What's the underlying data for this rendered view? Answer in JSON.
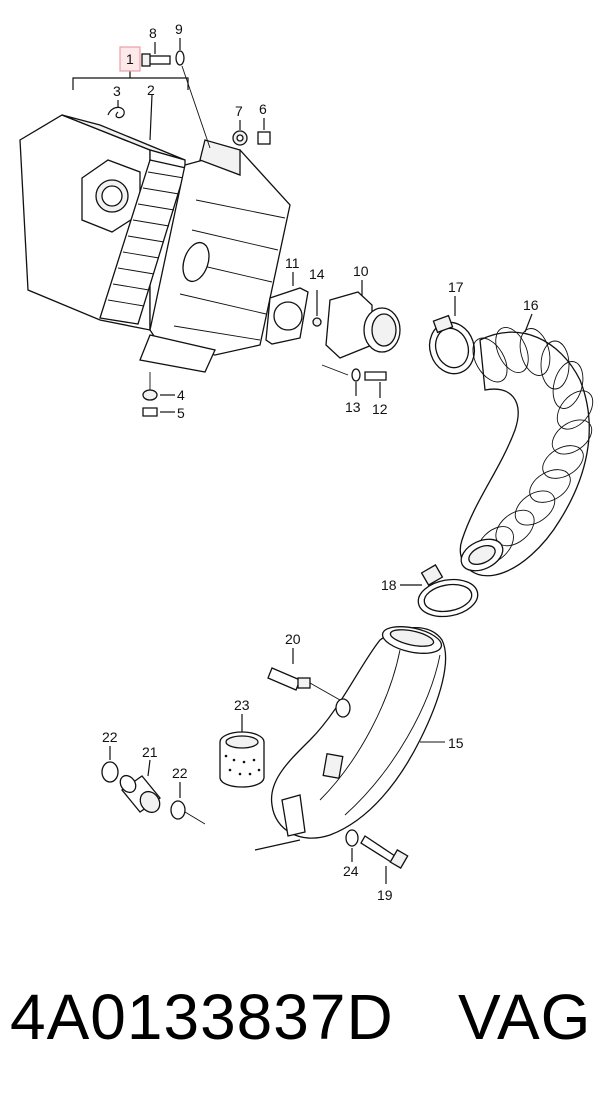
{
  "diagram": {
    "highlight_color": "#e8a0a8",
    "callouts": {
      "c1": "1",
      "c2": "2",
      "c3": "3",
      "c4": "4",
      "c5": "5",
      "c6": "6",
      "c7": "7",
      "c8": "8",
      "c9": "9",
      "c10": "10",
      "c11": "11",
      "c12": "12",
      "c13": "13",
      "c14": "14",
      "c15": "15",
      "c16": "16",
      "c17": "17",
      "c18": "18",
      "c19": "19",
      "c20": "20",
      "c21": "21",
      "c22a": "22",
      "c22b": "22",
      "c23": "23",
      "c24": "24"
    }
  },
  "footer": {
    "part_number": "4A0133837D",
    "brand": "VAG"
  }
}
